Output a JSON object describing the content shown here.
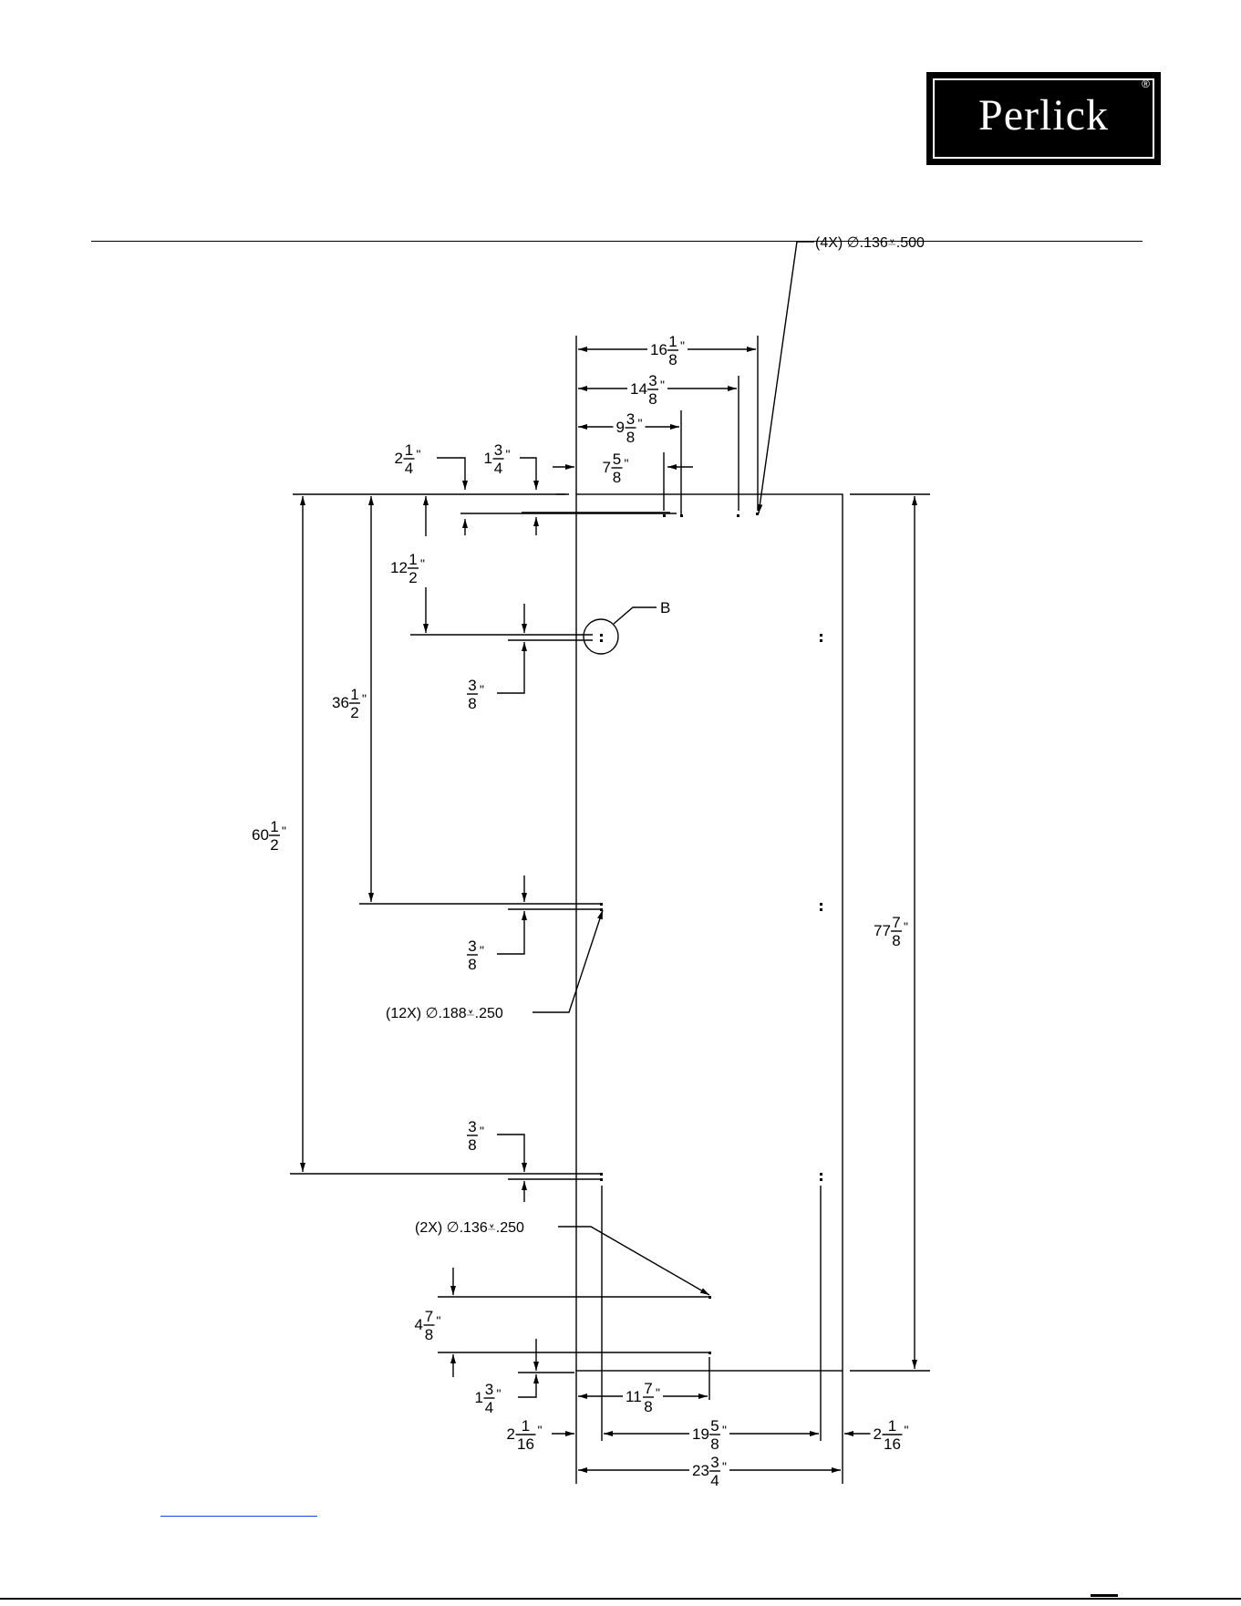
{
  "brand": {
    "logo_text": "Perlick",
    "registered_mark": "®"
  },
  "diagram": {
    "type": "dimensioned mounting drawing",
    "callouts": {
      "top_holes": "(4X) ∅.136⩡.500",
      "side_holes": "(12X) ∅.188⩡.250",
      "bottom_holes": "(2X) ∅.136⩡.250",
      "detail": "B"
    },
    "dims": {
      "top_16_1_8": {
        "whole": "16",
        "num": "1",
        "den": "8"
      },
      "top_14_3_8": {
        "whole": "14",
        "num": "3",
        "den": "8"
      },
      "top_9_3_8": {
        "whole": "9",
        "num": "3",
        "den": "8"
      },
      "top_7_5_8": {
        "whole": "7",
        "num": "5",
        "den": "8"
      },
      "top_2_1_4": {
        "whole": "2",
        "num": "1",
        "den": "4"
      },
      "top_1_3_4": {
        "whole": "1",
        "num": "3",
        "den": "4"
      },
      "left_12_1_2": {
        "whole": "12",
        "num": "1",
        "den": "2"
      },
      "left_36_1_2": {
        "whole": "36",
        "num": "1",
        "den": "2"
      },
      "left_60_1_2": {
        "whole": "60",
        "num": "1",
        "den": "2"
      },
      "offset_3_8_a": {
        "whole": "",
        "num": "3",
        "den": "8"
      },
      "offset_3_8_b": {
        "whole": "",
        "num": "3",
        "den": "8"
      },
      "offset_3_8_c": {
        "whole": "",
        "num": "3",
        "den": "8"
      },
      "right_77_7_8": {
        "whole": "77",
        "num": "7",
        "den": "8"
      },
      "bottom_4_7_8": {
        "whole": "4",
        "num": "7",
        "den": "8"
      },
      "bottom_1_3_4": {
        "whole": "1",
        "num": "3",
        "den": "4"
      },
      "bottom_11_7_8": {
        "whole": "11",
        "num": "7",
        "den": "8"
      },
      "bottom_19_5_8": {
        "whole": "19",
        "num": "5",
        "den": "8"
      },
      "bottom_2_1_16_left": {
        "whole": "2",
        "num": "1",
        "den": "16"
      },
      "bottom_2_1_16_right": {
        "whole": "2",
        "num": "1",
        "den": "16"
      },
      "bottom_23_3_4": {
        "whole": "23",
        "num": "3",
        "den": "4"
      }
    },
    "inch_mark": "\""
  }
}
